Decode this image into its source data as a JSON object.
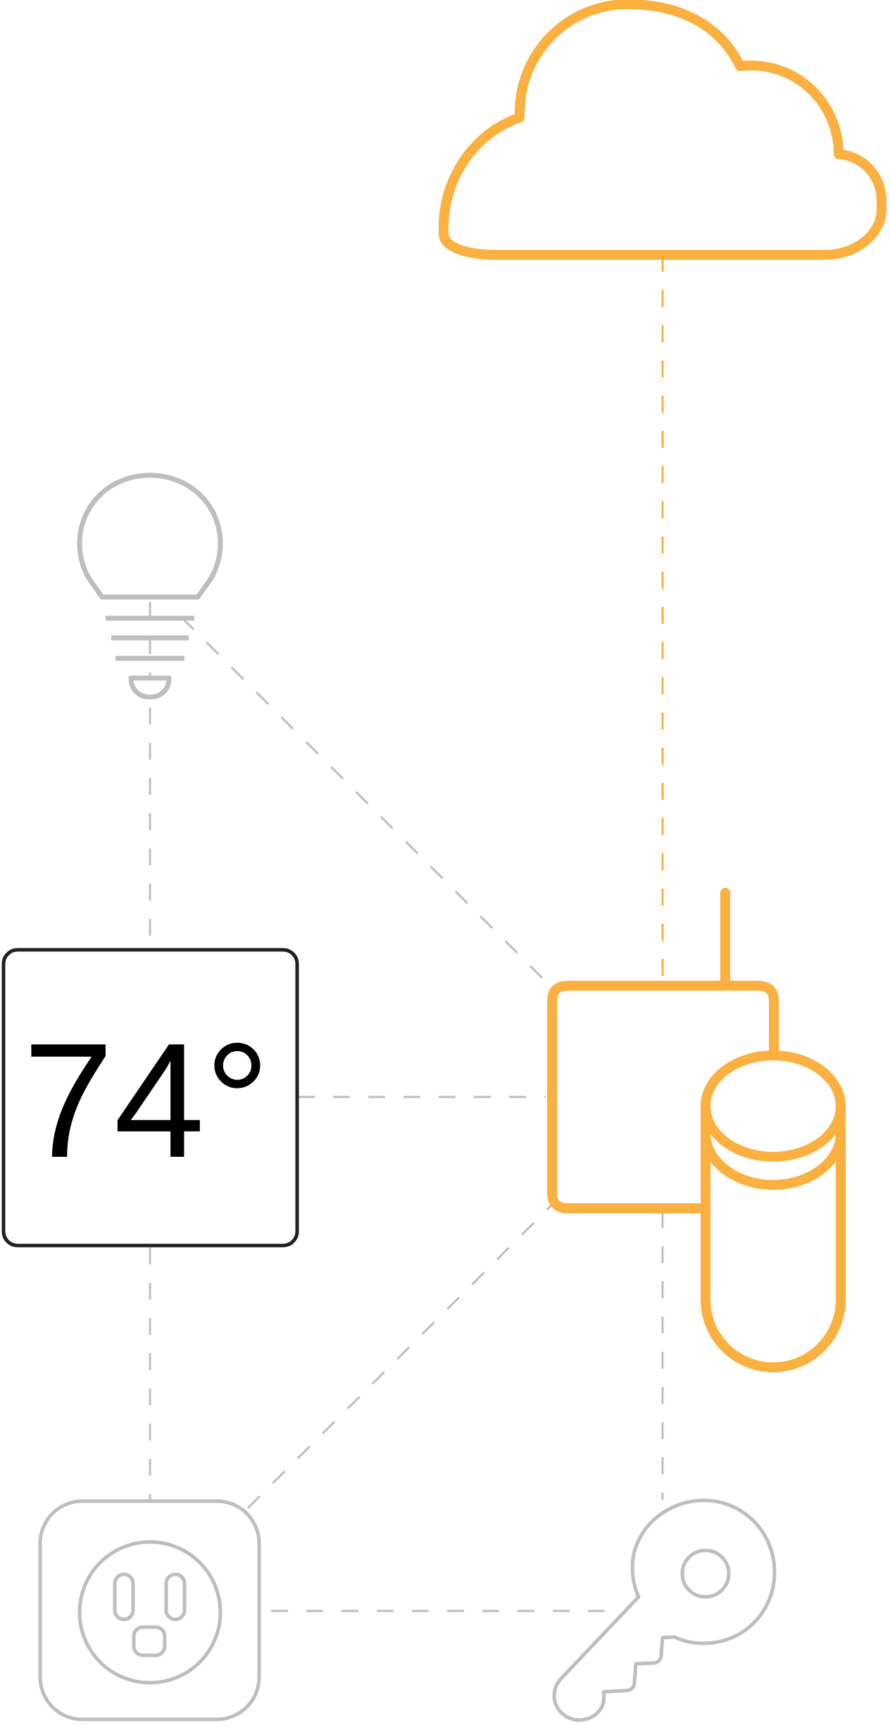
{
  "diagram": {
    "colors": {
      "accent": "#FBB040",
      "device": "#BCBEC0",
      "thermostat_frame": "#231F20",
      "temperature_text": "#000000",
      "background": "#FFFFFF"
    },
    "nodes": {
      "cloud": {
        "icon": "cloud-icon"
      },
      "hub": {
        "icon": "hub-antenna-icon"
      },
      "database": {
        "icon": "database-cylinder-icon"
      },
      "bulb": {
        "icon": "light-bulb-icon"
      },
      "thermostat": {
        "icon": "thermostat-icon",
        "reading": "74°"
      },
      "outlet": {
        "icon": "power-outlet-icon"
      },
      "key": {
        "icon": "key-icon"
      }
    },
    "connections": [
      {
        "from": "cloud",
        "to": "hub",
        "style": "dashed",
        "color": "accent"
      },
      {
        "from": "bulb",
        "to": "hub",
        "style": "dashed",
        "color": "device"
      },
      {
        "from": "bulb",
        "to": "thermostat",
        "style": "dashed",
        "color": "device"
      },
      {
        "from": "thermostat",
        "to": "hub",
        "style": "dashed",
        "color": "device"
      },
      {
        "from": "thermostat",
        "to": "outlet",
        "style": "dashed",
        "color": "device"
      },
      {
        "from": "outlet",
        "to": "hub",
        "style": "dashed",
        "color": "device"
      },
      {
        "from": "outlet",
        "to": "key",
        "style": "dashed",
        "color": "device"
      },
      {
        "from": "hub",
        "to": "key",
        "style": "dashed",
        "color": "device"
      }
    ]
  }
}
